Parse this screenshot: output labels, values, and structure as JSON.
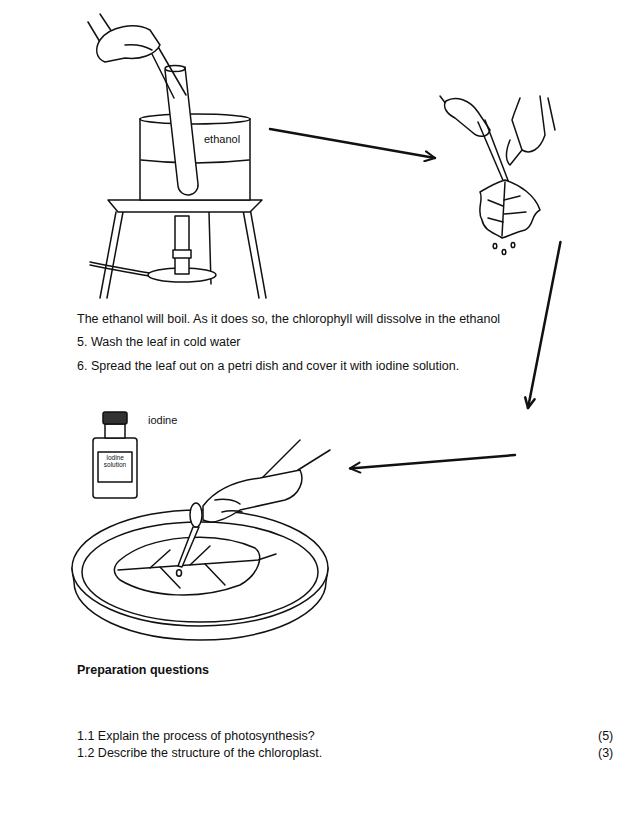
{
  "diagram": {
    "nodes": [
      {
        "text": [
          "ethanol"
        ]
      },
      {
        "text": []
      },
      {
        "text": [
          "iodine",
          "Iodine solution"
        ]
      }
    ],
    "edges": [
      {
        "from": 0,
        "to": 1,
        "arrow": "to"
      },
      {
        "from": 1,
        "to": 2,
        "arrow": "to"
      }
    ],
    "labels": [
      "The ethanol will boil. As it does so, the chlorophyll will dissolve in the ethanol",
      "5. Wash the leaf in cold water",
      "6. Spread the leaf out on a petri dish and cover it with iodine solution.",
      "Preparation questions",
      "1.1 Explain the process of photosynthesis?",
      "(5)",
      "1.2 Describe the structure of the chloroplast.",
      "(3)"
    ]
  }
}
